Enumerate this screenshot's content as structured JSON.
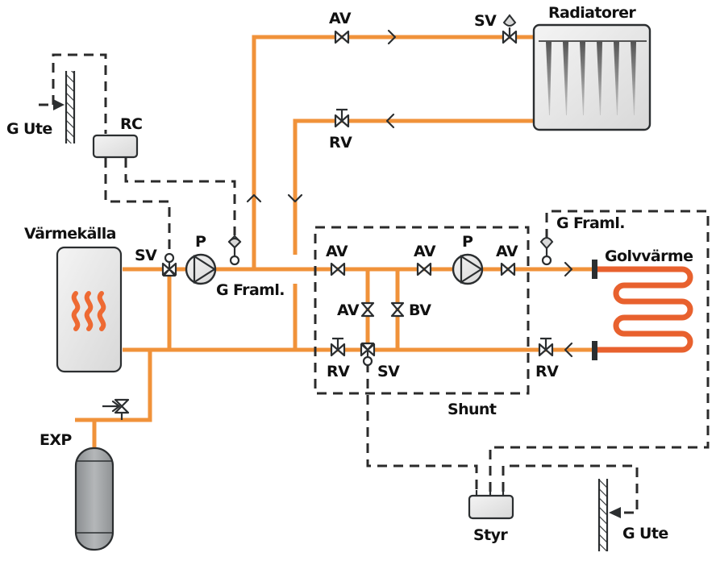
{
  "diagram": {
    "title": "Heating system schematic",
    "colors": {
      "pipe": "#F0923A",
      "floor_coil": "#E8612E",
      "heat_waves": "#EE6A33",
      "symbol_stroke": "#2b2e30",
      "control_line": "#2b2b2b"
    },
    "components": {
      "heat_source": {
        "label": "Värmekälla",
        "icon": "heat-waves-icon"
      },
      "radiators": {
        "label": "Radiatorer",
        "icon": "radiator-icon"
      },
      "floor_heating": {
        "label": "Golvvärme",
        "icon": "floor-heating-coil-icon"
      },
      "expansion_tank": {
        "label": "EXP",
        "icon": "expansion-tank-icon"
      },
      "room_controller": {
        "label": "RC"
      },
      "controller": {
        "label": "Styr"
      },
      "shunt_group": {
        "label": "Shunt"
      }
    },
    "sensors": {
      "outdoor_left": {
        "label": "G Ute"
      },
      "outdoor_right": {
        "label": "G Ute"
      },
      "supply_main": {
        "label": "G Framl."
      },
      "supply_floor": {
        "label": "G Framl."
      }
    },
    "valves": {
      "radiator_supply_av": {
        "label": "AV"
      },
      "radiator_supply_sv": {
        "label": "SV"
      },
      "radiator_return_rv": {
        "label": "RV"
      },
      "main_mixing_sv": {
        "label": "SV"
      },
      "shunt_supply_av1": {
        "label": "AV"
      },
      "shunt_supply_av2": {
        "label": "AV"
      },
      "shunt_supply_av3": {
        "label": "AV"
      },
      "shunt_bypass_av": {
        "label": "AV"
      },
      "shunt_bypass_bv": {
        "label": "BV"
      },
      "shunt_return_rv": {
        "label": "RV"
      },
      "shunt_mixing_sv": {
        "label": "SV"
      },
      "floor_return_rv": {
        "label": "RV"
      }
    },
    "pumps": {
      "main_pump": {
        "label": "P"
      },
      "shunt_pump": {
        "label": "P"
      }
    }
  }
}
